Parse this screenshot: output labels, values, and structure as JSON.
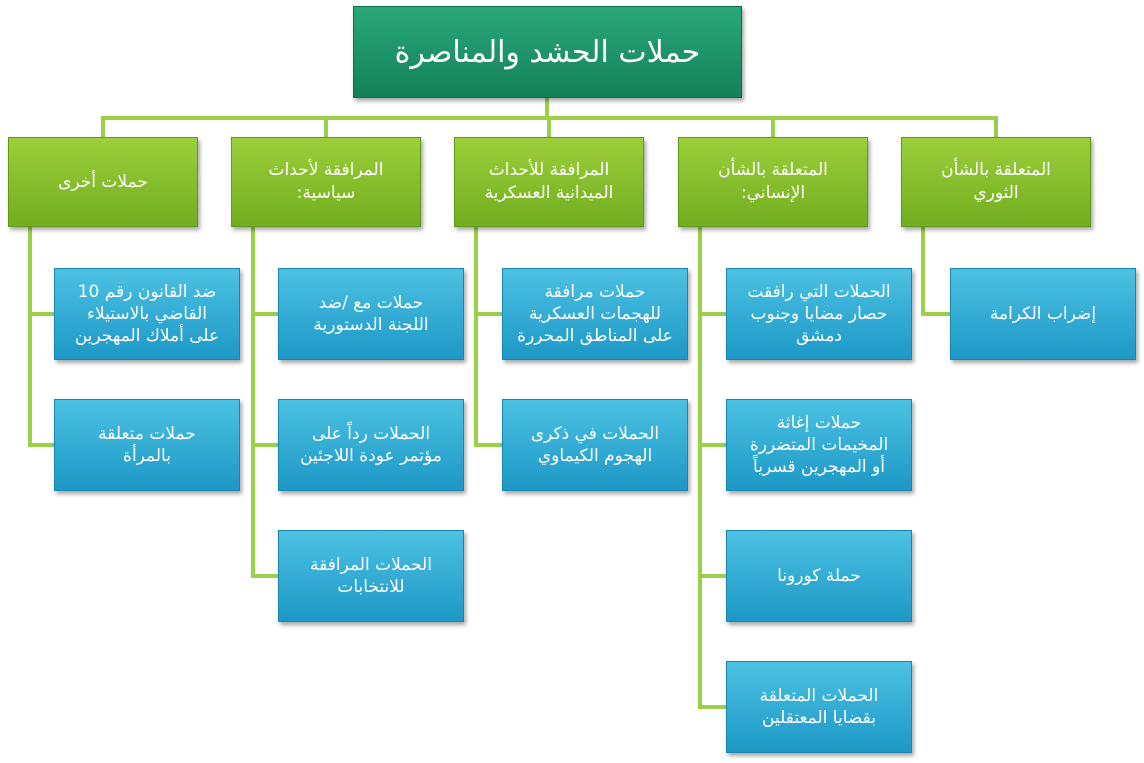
{
  "root": {
    "title": "حملات الحشد والمناصرة"
  },
  "categories": [
    {
      "title": "المتعلقة بالشأن\nالثوري",
      "items": [
        "إضراب الكرامة"
      ]
    },
    {
      "title": "المتعلقة بالشأن\nالإنساني:",
      "items": [
        "الحملات التي رافقت\nحصار مضايا وجنوب\nدمشق",
        "حملات إغاثة\nالمخيمات المتضررة\nأو المهجرين قسرياً",
        "حملة كورونا",
        "الحملات المتعلقة\nبقضايا المعتقلين"
      ]
    },
    {
      "title": "المرافقة للأحداث\nالميدانية العسكرية",
      "items": [
        "حملات مرافقة\nللهجمات العسكرية\nعلى المناطق المحررة",
        "الحملات في ذكرى\nالهجوم الكيماوي"
      ]
    },
    {
      "title": "المرافقة لأحداث\nسياسية:",
      "items": [
        "حملات مع /ضد\nاللجنة الدستورية",
        "الحملات رداً على\nمؤتمر عودة اللاجئين",
        "الحملات المرافقة\nللانتخابات"
      ]
    },
    {
      "title": "حملات أخرى",
      "items": [
        "ضد القانون رقم 10\nالقاضي بالاستيلاء\nعلى أملاك المهجرين",
        "حملات متعلقة\nبالمرأة"
      ]
    }
  ],
  "colors": {
    "root": "#1e9468",
    "category": "#86c02b",
    "item": "#35aed6",
    "connector": "#9bd04a"
  }
}
